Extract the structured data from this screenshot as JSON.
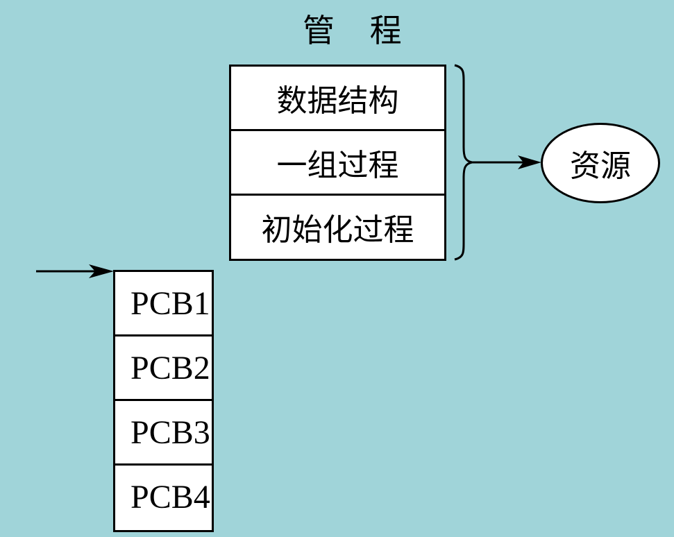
{
  "title": "管 程",
  "monitor_rows": [
    "数据结构",
    "一组过程",
    "初始化过程"
  ],
  "resource_label": "资源",
  "pcb_queue": [
    "PCB1",
    "PCB2",
    "PCB3",
    "PCB4"
  ],
  "colors": {
    "background": "#a0d4d9",
    "box_fill": "#ffffff",
    "stroke": "#000000"
  }
}
